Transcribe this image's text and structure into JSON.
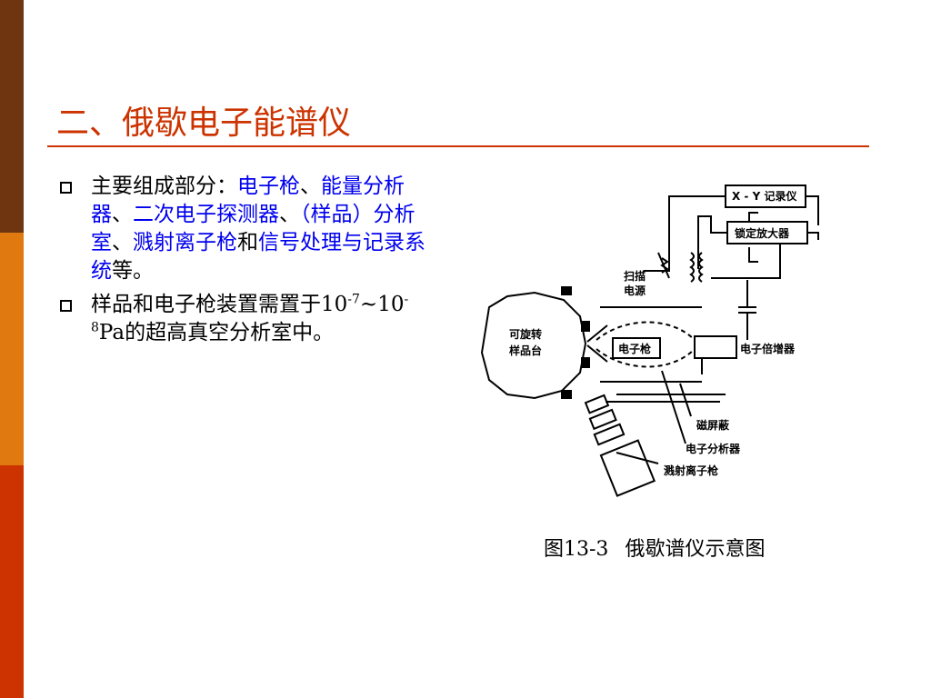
{
  "slide": {
    "title": "二、俄歇电子能谱仪",
    "colors": {
      "title": "#cc3300",
      "highlight": "#0000ee",
      "stripe_top": "#6e3510",
      "stripe_mid": "#e07a10",
      "stripe_bottom": "#cc3300"
    }
  },
  "bullets": [
    {
      "prefix": "主要组成部分：",
      "h1": "电子枪",
      "s1": "、",
      "h2": "能量分析器",
      "s2": "、",
      "h3": "二次电子探测器",
      "s3": "、",
      "h4": "（样品）分析室",
      "s4": "、",
      "h5": "溅射离子枪",
      "mid": "和",
      "h6": "信号处理与记录系统",
      "suffix": "等。"
    },
    {
      "prefix": "样品和电子枪装置需置于10",
      "exp1": "-7",
      "tilde": "~10",
      "exp2": "-8",
      "suffix": "Pa的超高真空分析室中。"
    }
  ],
  "diagram": {
    "labels": {
      "xy_recorder": "X - Y 记录仪",
      "lockin": "锁定放大器",
      "scan_power_1": "扫描",
      "scan_power_2": "电源",
      "stage_1": "可旋转",
      "stage_2": "样品台",
      "gun": "电子枪",
      "multiplier": "电子倍增器",
      "magshield": "磁屏蔽",
      "analyzer": "电子分析器",
      "sputter": "溅射离子枪"
    }
  },
  "caption": {
    "number": "图13-3",
    "text": "俄歇谱仪示意图"
  }
}
